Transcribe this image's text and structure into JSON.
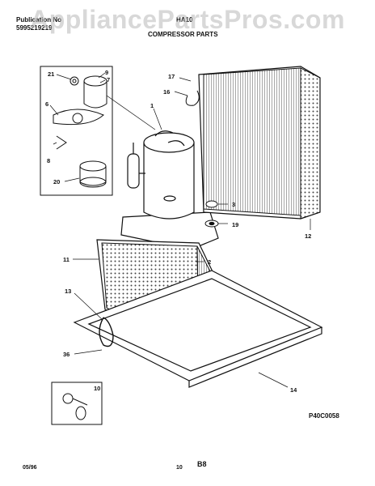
{
  "header": {
    "publication_label": "Publication No",
    "publication_number": "5995219219",
    "model": "HA10",
    "section_title": "COMPRESSOR PARTS"
  },
  "watermark": "AppliancePartsPros.com",
  "callouts": [
    "21",
    "9",
    "7",
    "6",
    "8",
    "20",
    "1",
    "17",
    "16",
    "3",
    "19",
    "12",
    "11",
    "2",
    "13",
    "36",
    "10",
    "14"
  ],
  "diagram_code": "P40C0058",
  "footer": {
    "date": "05/96",
    "page": "10",
    "code": "B8"
  }
}
